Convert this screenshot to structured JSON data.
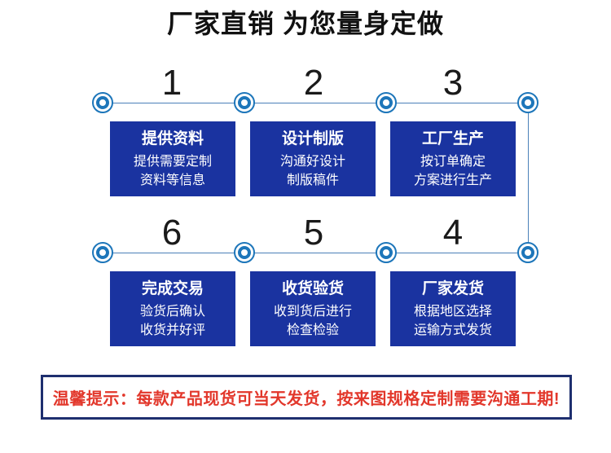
{
  "title": "厂家直销 为您量身定做",
  "colors": {
    "step_box_blue": "#1a33a0",
    "node_ring_blue": "#1d76ba",
    "connector_blue": "#4a80b8",
    "notice_border_navy": "#1e2f6f",
    "notice_text_red": "#e2372b",
    "number_color": "#1a1a1a"
  },
  "steps": [
    {
      "number": "1",
      "title": "提供资料",
      "lines": [
        "提供需要定制",
        "资料等信息"
      ]
    },
    {
      "number": "2",
      "title": "设计制版",
      "lines": [
        "沟通好设计",
        "制版稿件"
      ]
    },
    {
      "number": "3",
      "title": "工厂生产",
      "lines": [
        "按订单确定",
        "方案进行生产"
      ]
    },
    {
      "number": "4",
      "title": "厂家发货",
      "lines": [
        "根据地区选择",
        "运输方式发货"
      ]
    },
    {
      "number": "5",
      "title": "收货验货",
      "lines": [
        "收到货后进行",
        "检查检验"
      ]
    },
    {
      "number": "6",
      "title": "完成交易",
      "lines": [
        "验货后确认",
        "收货并好评"
      ]
    }
  ],
  "notice": {
    "text": "温馨提示：每款产品现货可当天发货，按来图规格定制需要沟通工期!"
  }
}
